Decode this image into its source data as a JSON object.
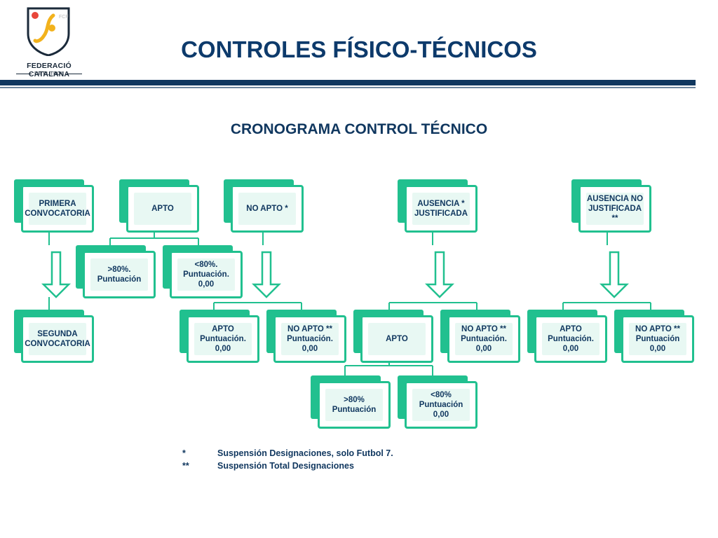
{
  "header": {
    "title": "CONTROLES FÍSICO-TÉCNICOS",
    "logo_badge": "FCF",
    "logo_name": "FEDERACIÓ CATALANA",
    "logo_sub": "DE FUTBOL"
  },
  "diagram": {
    "subtitle": "CRONOGRAMA CONTROL TÉCNICO",
    "nodes": {
      "primera": "PRIMERA\nCONVOCATORIA",
      "segunda": "SEGUNDA\nCONVOCATORIA",
      "apto_top": "APTO",
      "apto_gt80": ">80%.\nPuntuación",
      "apto_lt80": "<80%.\nPuntuación.\n0,00",
      "noapto_top": "NO APTO *",
      "noapto_apto": "APTO\nPuntuación.\n0,00",
      "noapto_noapto": "NO APTO **\nPuntuación.\n0,00",
      "ausj_top": "AUSENCIA  *\nJUSTIFICADA",
      "ausj_apto": "APTO",
      "ausj_noapto": "NO APTO **\nPuntuación.\n0,00",
      "ausj_gt80": ">80%\nPuntuación",
      "ausj_lt80": "<80%\nPuntuación\n0,00",
      "ausnj_top": "AUSENCIA NO\nJUSTIFICADA **",
      "ausnj_apto": "APTO\nPuntuación.\n0,00",
      "ausnj_noapto": "NO APTO **\nPuntuación\n0,00"
    }
  },
  "notes": [
    {
      "mark": "*",
      "text": "Suspensión Designaciones, solo Futbol 7."
    },
    {
      "mark": "**",
      "text": "Suspensión Total Designaciones"
    }
  ],
  "colors": {
    "accent": "#21c08f",
    "navy": "#10375f",
    "fill": "#e8f8f3"
  }
}
